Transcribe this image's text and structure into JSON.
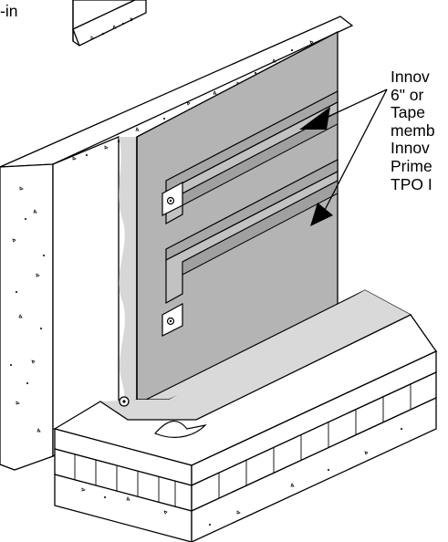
{
  "labels": {
    "upper_left": "-in",
    "callout_lines": [
      "Innov",
      "6\" or",
      "Tape",
      "memb",
      "Innov",
      "Prime",
      "TPO I"
    ]
  },
  "colors": {
    "concrete": "#ffffff",
    "membrane": "#b4b4b4",
    "membrane_light": "#d9d9d9",
    "wall_light": "#d7d7d7",
    "insulation": "#ffffff",
    "line": "#000000"
  }
}
